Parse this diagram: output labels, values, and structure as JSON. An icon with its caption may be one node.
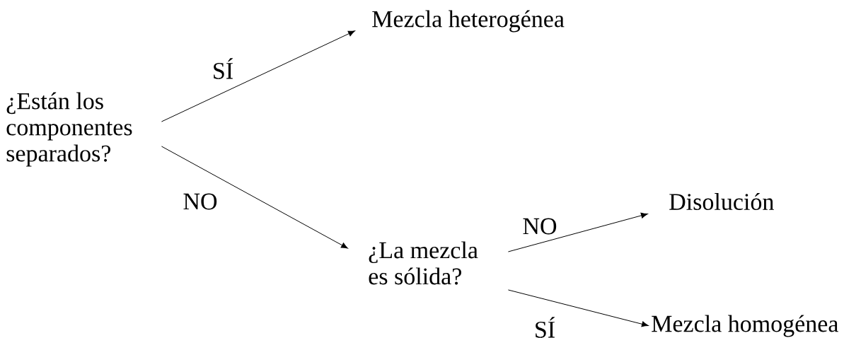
{
  "diagram": {
    "nodes": [
      {
        "text": [
          "¿Están los componentes separados?"
        ]
      },
      {
        "text": [
          "Mezcla heterogénea"
        ]
      },
      {
        "text": [
          "¿La mezcla es sólida?"
        ]
      },
      {
        "text": [
          "Disolución"
        ]
      },
      {
        "text": [
          "Mezcla homogénea"
        ]
      }
    ],
    "edges": [
      {
        "from": 0,
        "to": 1,
        "arrow": "to",
        "label": "SÍ"
      },
      {
        "from": 0,
        "to": 2,
        "arrow": "to",
        "label": "NO"
      },
      {
        "from": 2,
        "to": 3,
        "arrow": "to",
        "label": "NO"
      },
      {
        "from": 2,
        "to": 4,
        "arrow": "to",
        "label": "SÍ"
      }
    ]
  }
}
